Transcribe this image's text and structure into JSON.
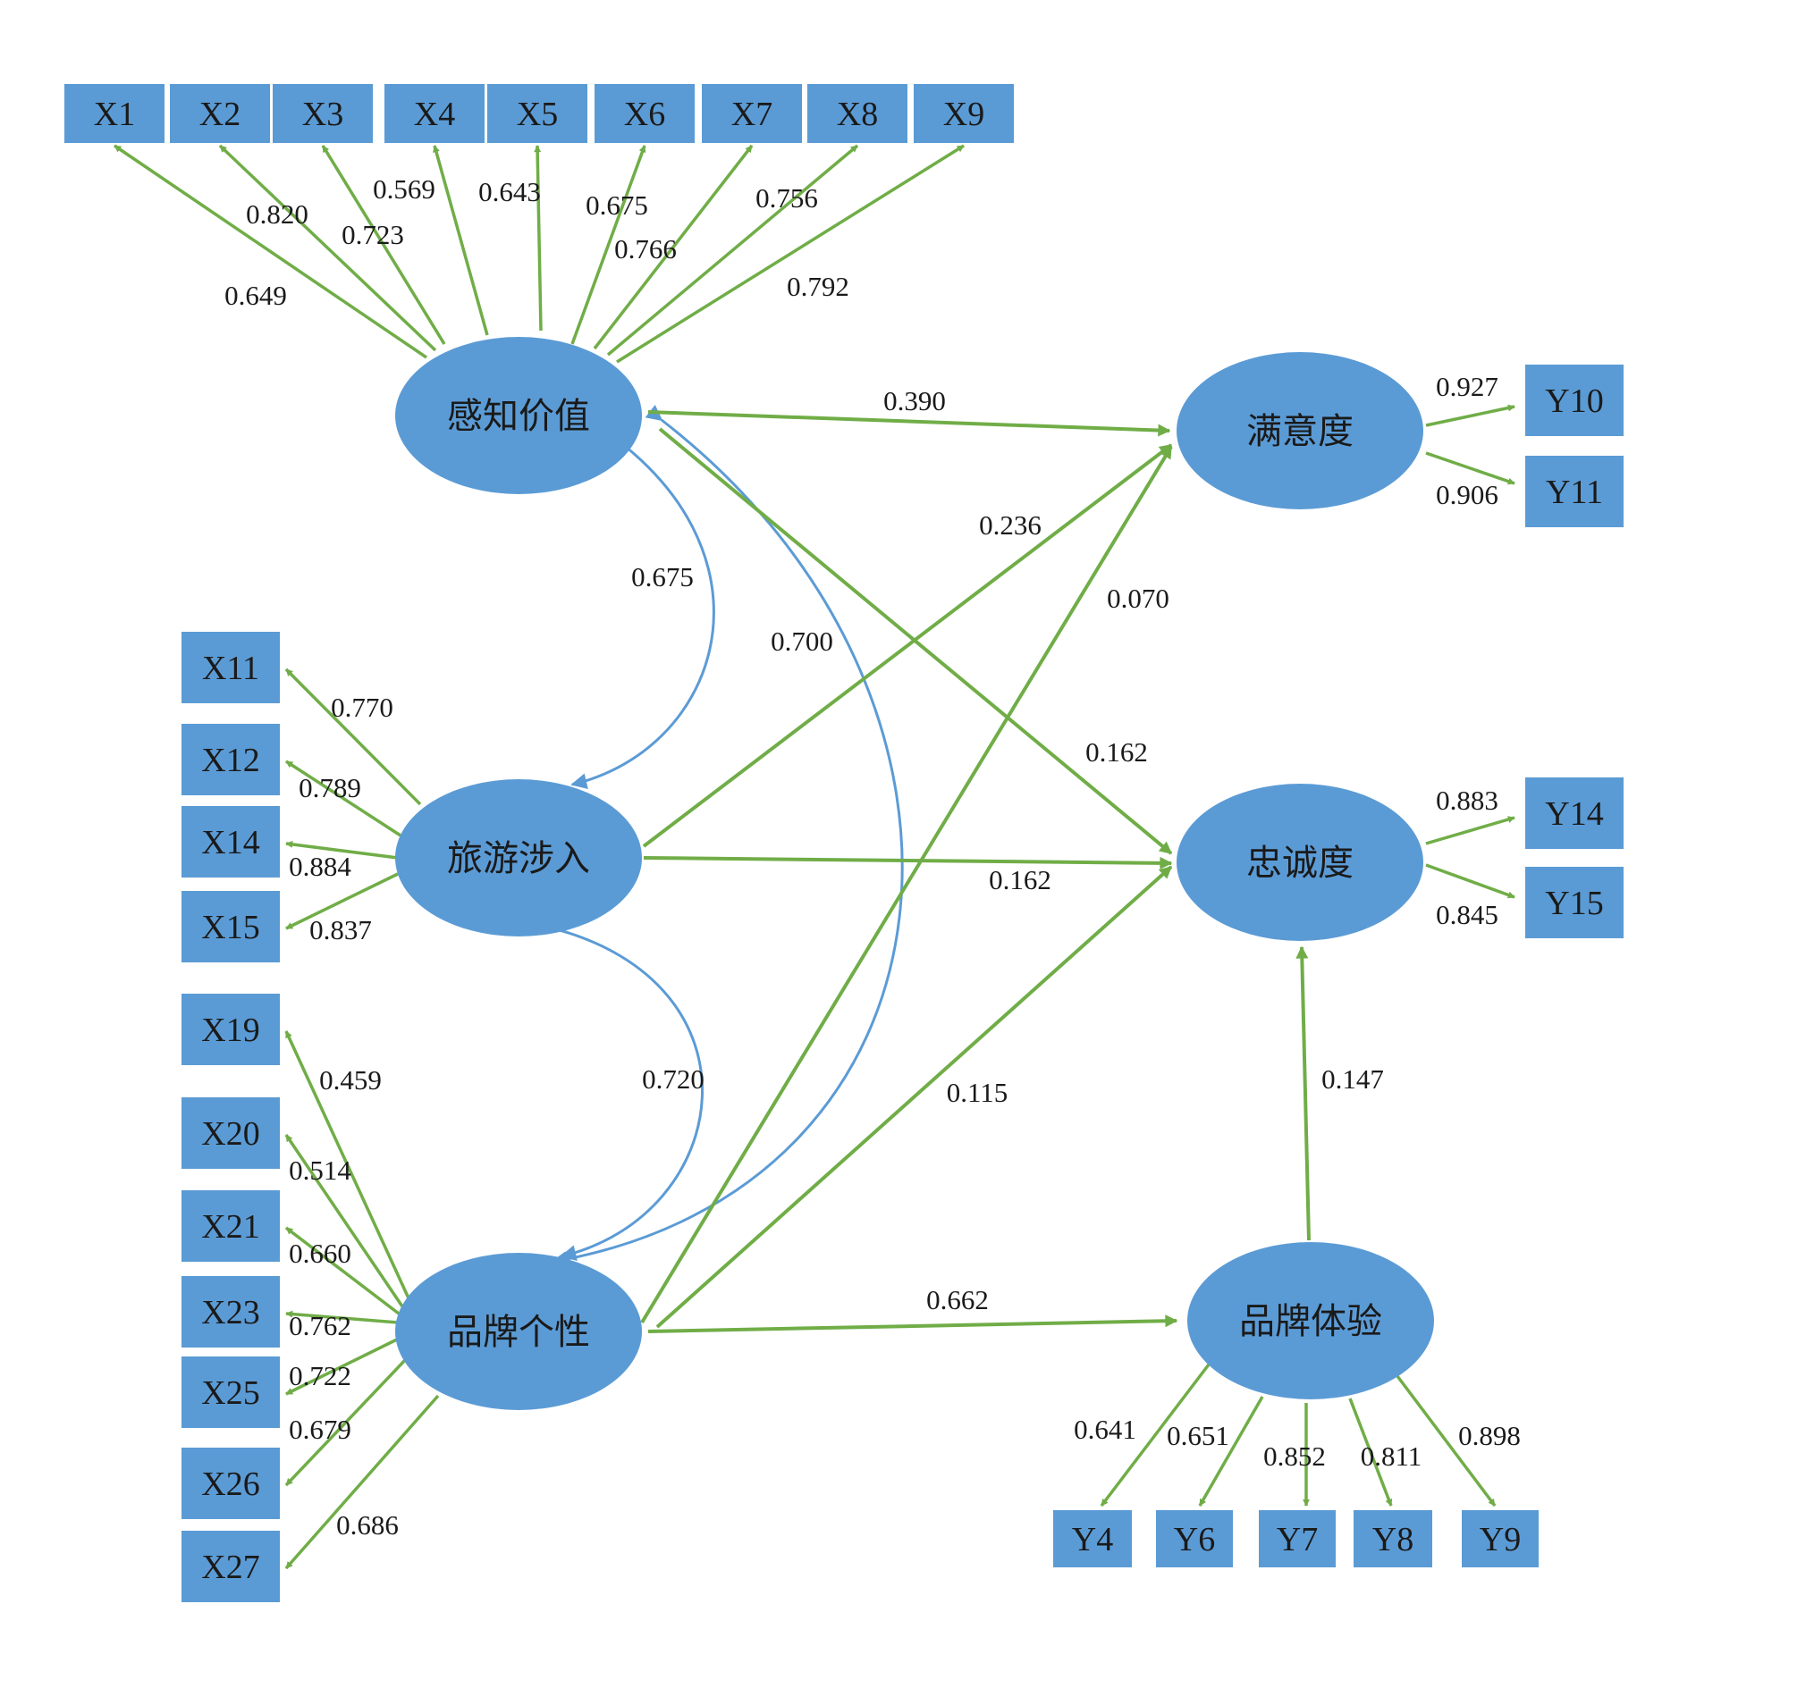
{
  "colors": {
    "node_fill": "#5b9bd5",
    "path_arrow": "#70ad47",
    "correlation_arrow": "#5b9bd5",
    "text": "#1a1a1a"
  },
  "latents": {
    "pv": "感知价值",
    "sat": "满意度",
    "ti": "旅游涉入",
    "loy": "忠诚度",
    "bp": "品牌个性",
    "be": "品牌体验"
  },
  "indicators": {
    "X1": "X1",
    "X2": "X2",
    "X3": "X3",
    "X4": "X4",
    "X5": "X5",
    "X6": "X6",
    "X7": "X7",
    "X8": "X8",
    "X9": "X9",
    "X11": "X11",
    "X12": "X12",
    "X14": "X14",
    "X15": "X15",
    "X19": "X19",
    "X20": "X20",
    "X21": "X21",
    "X23": "X23",
    "X25": "X25",
    "X26": "X26",
    "X27": "X27",
    "Y10": "Y10",
    "Y11": "Y11",
    "Y14": "Y14",
    "Y15": "Y15",
    "Y4": "Y4",
    "Y6": "Y6",
    "Y7": "Y7",
    "Y8": "Y8",
    "Y9": "Y9"
  },
  "loadings": {
    "X1": "0.649",
    "X2": "0.820",
    "X3": "0.723",
    "X4": "0.569",
    "X5": "0.643",
    "X6": "0.675",
    "X7": "0.766",
    "X8": "0.756",
    "X9": "0.792",
    "X11": "0.770",
    "X12": "0.789",
    "X14": "0.884",
    "X15": "0.837",
    "X19": "0.459",
    "X20": "0.514",
    "X21": "0.660",
    "X23": "0.762",
    "X25": "0.722",
    "X26": "0.679",
    "X27": "0.686",
    "Y10": "0.927",
    "Y11": "0.906",
    "Y14": "0.883",
    "Y15": "0.845",
    "Y4": "0.641",
    "Y6": "0.651",
    "Y7": "0.852",
    "Y8": "0.811",
    "Y9": "0.898"
  },
  "paths": {
    "pv_sat": "0.390",
    "ti_sat": "0.236",
    "bp_sat": "0.070",
    "pv_loy": "0.162",
    "ti_loy": "0.162",
    "bp_loy": "0.115",
    "bp_be": "0.662",
    "be_loy": "0.147"
  },
  "correlations": {
    "pv_ti": "0.675",
    "pv_bp": "0.700",
    "ti_bp": "0.720"
  }
}
